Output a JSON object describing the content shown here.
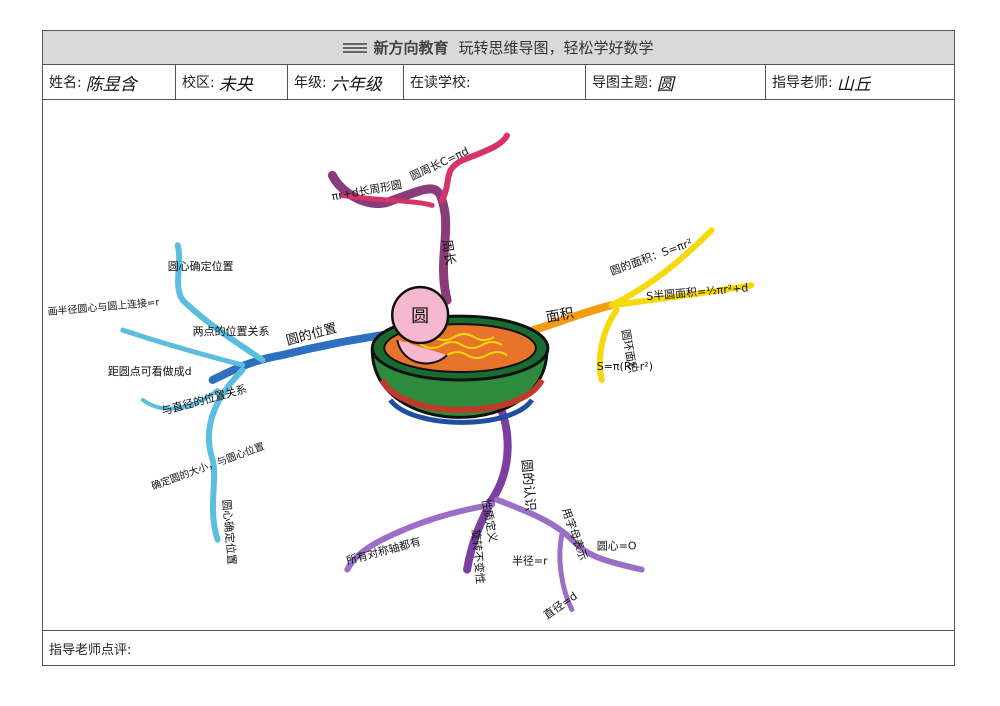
{
  "header": {
    "brand": "新方向教育",
    "slogan": "玩转思维导图，轻松学好数学"
  },
  "info": {
    "name_label": "姓名:",
    "name_value": "陈昱含",
    "campus_label": "校区:",
    "campus_value": "未央",
    "grade_label": "年级:",
    "grade_value": "六年级",
    "school_label": "在读学校:",
    "school_value": "",
    "topic_label": "导图主题:",
    "topic_value": "圆",
    "teacher_label": "指导老师:",
    "teacher_value": "山丘"
  },
  "center": {
    "label": "圆"
  },
  "branches": {
    "perimeter": {
      "title": "周长",
      "items": [
        "πr+d长周形圆",
        "圆周长C=πd"
      ]
    },
    "area": {
      "title": "面积",
      "items": [
        "圆的面积：S=πr²",
        "S半圆面积=½πr²+d",
        "圆环面积",
        "S=π(R²-r²)"
      ]
    },
    "position": {
      "title": "圆的位置",
      "items": [
        "圆心确定位置",
        "画半径圆心与圆上连接=r",
        "两点的位置关系",
        "距圆点可看做成d",
        "与直径的位置关系",
        "确定圆的大小，与圆心位置",
        "圆心确定位置"
      ]
    },
    "recognition": {
      "title": "圆的认识",
      "items": [
        "性质定义",
        "用字母表示",
        "所有对称轴都有",
        "旋转不变性",
        "半径=r",
        "圆心=O",
        "直径=d"
      ]
    }
  },
  "footer": {
    "comment_label": "指导老师点评:"
  },
  "colors": {
    "pink": "#d6336c",
    "purple": "#8a3b7a",
    "orange": "#f39c12",
    "yellow": "#f5d90a",
    "blue": "#2f6fbf",
    "lightblue": "#5bbde0",
    "violet": "#9b6fc6"
  }
}
